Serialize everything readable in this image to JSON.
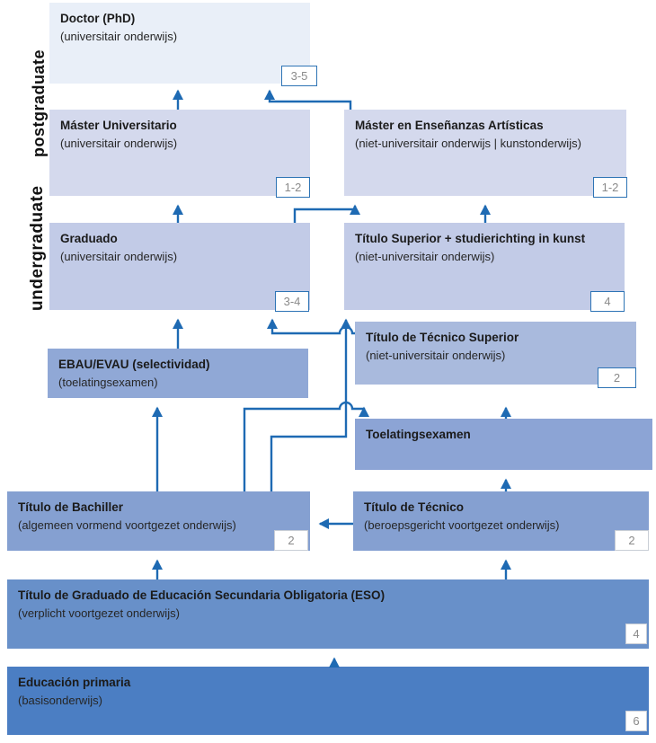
{
  "diagram": {
    "side_labels": {
      "postgraduate": "postgraduate",
      "undergraduate": "undergraduate"
    },
    "boxes": {
      "doctor": {
        "title": "Doctor (PhD)",
        "subtitle": "(universitair onderwijs)",
        "badge": "3-5"
      },
      "master_universitario": {
        "title": "Máster Universitario",
        "subtitle": "(universitair onderwijs)",
        "badge": "1-2"
      },
      "master_ensenanzas": {
        "title": "Máster en Enseñanzas Artísticas",
        "subtitle": "(niet-universitair onderwijs | kunstonderwijs)",
        "badge": "1-2"
      },
      "graduado": {
        "title": "Graduado",
        "subtitle": "(universitair onderwijs)",
        "badge": "3-4"
      },
      "titulo_superior": {
        "title": "Título Superior + studierichting in kunst",
        "subtitle": "(niet-universitair onderwijs)",
        "badge": "4"
      },
      "tecnico_superior": {
        "title": "Título de Técnico Superior",
        "subtitle": "(niet-universitair onderwijs)",
        "badge": "2"
      },
      "ebau": {
        "title": "EBAU/EVAU (selectividad)",
        "subtitle": "(toelatingsexamen)",
        "badge": ""
      },
      "toelatingsexamen": {
        "title": "Toelatingsexamen",
        "subtitle": "",
        "badge": ""
      },
      "bachiller": {
        "title": "Título de Bachiller",
        "subtitle": "(algemeen vormend voortgezet onderwijs)",
        "badge": "2"
      },
      "tecnico": {
        "title": "Título de Técnico",
        "subtitle": "(beroepsgericht voortgezet onderwijs)",
        "badge": "2"
      },
      "eso": {
        "title": "Título de Graduado de Educación Secundaria Obligatoria (ESO)",
        "subtitle": "(verplicht voortgezet onderwijs)",
        "badge": "4"
      },
      "primaria": {
        "title": "Educación primaria",
        "subtitle": "(basisonderwijs)",
        "badge": "6"
      }
    },
    "palette": {
      "doctor": "#e9eff8",
      "master": "#d4d9ed",
      "graduado_level": "#c2cbe7",
      "tecnico_superior_level": "#a9badd",
      "ebau_level": "#90a8d6",
      "toelatingsexamen_level": "#8ca4d5",
      "bachiller_level": "#85a0d1",
      "eso_level": "#6890c9",
      "primaria_level": "#4b7ec3",
      "arrow": "#1e6ab3",
      "badge_border": "#2e74b5",
      "badge_text": "#8a8a8a"
    },
    "connections": [
      {
        "from": "primaria",
        "to": "eso"
      },
      {
        "from": "eso",
        "to": "bachiller"
      },
      {
        "from": "eso",
        "to": "tecnico"
      },
      {
        "from": "tecnico",
        "to": "bachiller"
      },
      {
        "from": "tecnico",
        "to": "toelatingsexamen"
      },
      {
        "from": "toelatingsexamen",
        "to": "tecnico_superior"
      },
      {
        "from": "bachiller",
        "to": "ebau"
      },
      {
        "from": "bachiller",
        "to": "tecnico_superior"
      },
      {
        "from": "bachiller",
        "to": "titulo_superior"
      },
      {
        "from": "ebau",
        "to": "graduado"
      },
      {
        "from": "tecnico_superior",
        "to": "graduado"
      },
      {
        "from": "graduado",
        "to": "master_universitario"
      },
      {
        "from": "graduado",
        "to": "master_ensenanzas"
      },
      {
        "from": "titulo_superior",
        "to": "master_ensenanzas"
      },
      {
        "from": "master_universitario",
        "to": "doctor"
      },
      {
        "from": "master_ensenanzas",
        "to": "doctor"
      }
    ]
  }
}
